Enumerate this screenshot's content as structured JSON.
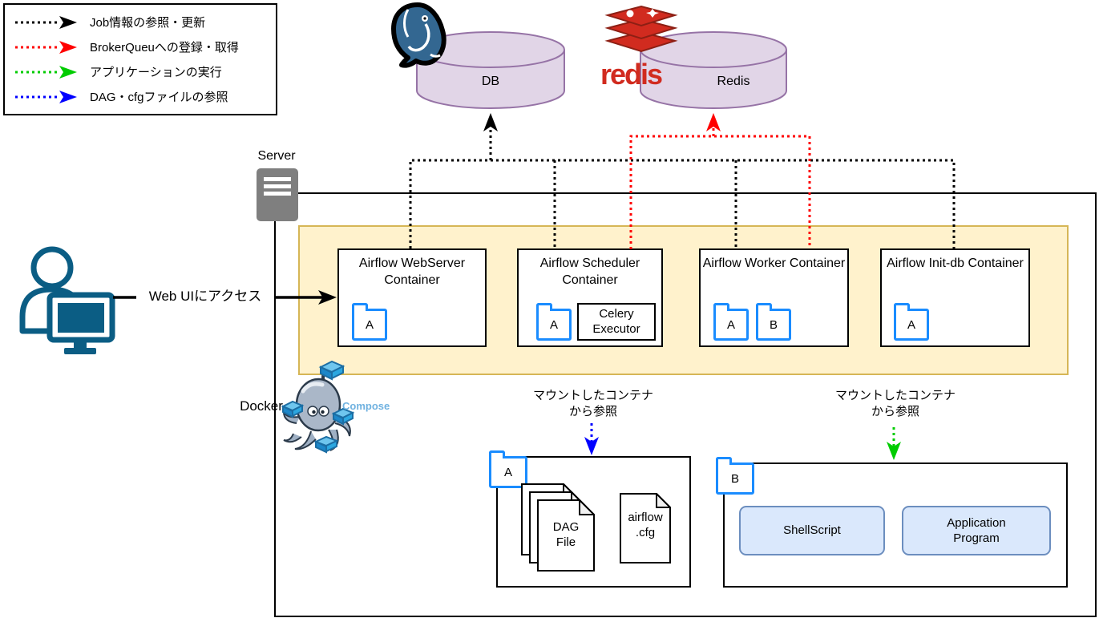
{
  "legend": {
    "items": [
      {
        "id": "job-info",
        "color": "#000000",
        "label": "Job情報の参照・更新"
      },
      {
        "id": "broker-queue",
        "color": "#ff0000",
        "label": "BrokerQueuへの登録・取得"
      },
      {
        "id": "app-exec",
        "color": "#00cc00",
        "label": "アプリケーションの実行"
      },
      {
        "id": "dag-cfg",
        "color": "#0000ff",
        "label": "DAG・cfgファイルの参照"
      }
    ]
  },
  "datastores": {
    "db": {
      "label": "DB"
    },
    "redis": {
      "label": "Redis",
      "wordmark": "redis"
    }
  },
  "server": {
    "label": "Server"
  },
  "docker_compose": {
    "docker_label": "Docker",
    "compose_label": "Compose"
  },
  "user_access": {
    "label": "Web UIにアクセス"
  },
  "containers": [
    {
      "title": "Airflow WebServer Container",
      "folders": [
        "A"
      ]
    },
    {
      "title": "Airflow Scheduler Container",
      "folders": [
        "A"
      ],
      "executor_label": "Celery Executor"
    },
    {
      "title": "Airflow Worker Container",
      "folders": [
        "A",
        "B"
      ]
    },
    {
      "title": "Airflow Init-db Container",
      "folders": [
        "A"
      ]
    }
  ],
  "mounts": [
    {
      "folder": "A",
      "note": "マウントしたコンテナから参照",
      "documents": [
        {
          "label": "DAG File"
        },
        {
          "label": "airflow .cfg"
        }
      ]
    },
    {
      "folder": "B",
      "note": "マウントしたコンテナから参照",
      "programs": [
        "ShellScript",
        "Application Program"
      ]
    }
  ],
  "colors": {
    "arrow-black": "#000000",
    "arrow-red": "#ff0000",
    "arrow-green": "#00cc00",
    "arrow-blue": "#0000ff",
    "cylinder-fill": "#e1d5e7",
    "cylinder-stroke": "#9673a6",
    "compose-area-fill": "#fff2cc",
    "compose-area-stroke": "#d6b656",
    "folder-blue": "#1a8cff",
    "program-fill": "#dae8fc",
    "program-stroke": "#6c8ebf",
    "postgres-blue": "#336791",
    "redis-red": "#d12b1f",
    "user-teal": "#0b5d84",
    "server-gray": "#7f7f7f",
    "compose-text-blue": "#70b2e0"
  }
}
